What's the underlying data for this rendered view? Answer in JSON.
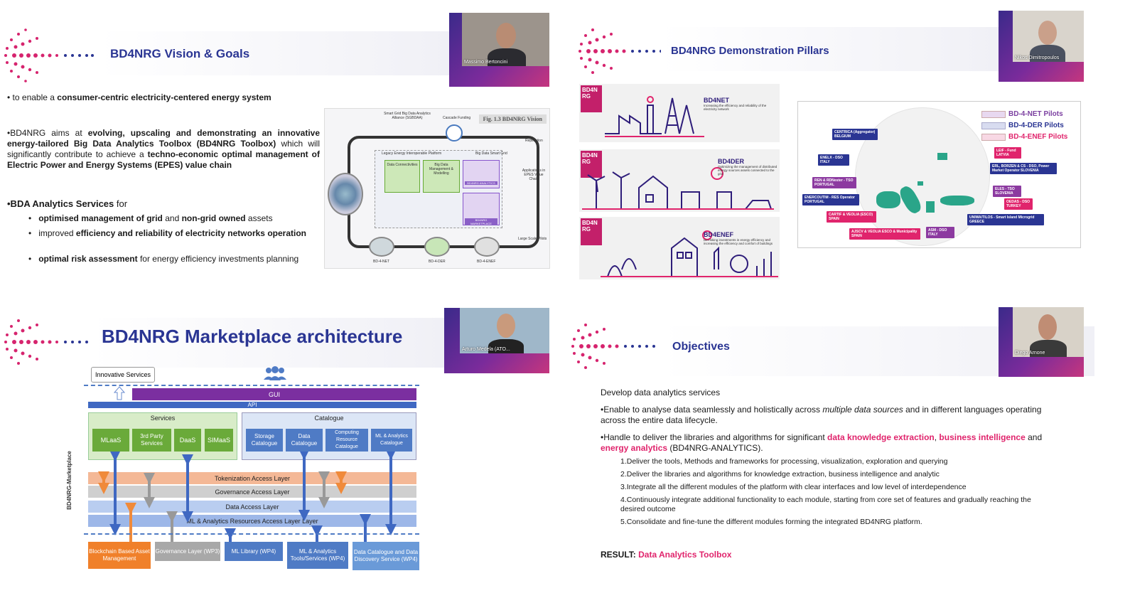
{
  "slides": {
    "s1": {
      "title": "BD4NRG  Vision & Goals",
      "presenter": "Massimo Bertoncini",
      "bullet1_pre": "to enable a ",
      "bullet1_bold": "consumer-centric electricity-centered energy system",
      "para_pre": "•BD4NRG aims at ",
      "para_bold1": "evolving, upscaling and demonstrating an innovative energy-tailored Big Data Analytics Toolbox (BD4NRG Toolbox)",
      "para_mid": " which will significantly contribute to achieve a ",
      "para_bold2": "techno-economic optimal management of Electric Power and Energy Systems (EPES) value chain",
      "bda_bold": "•BDA Analytics Services",
      "bda_rest": " for",
      "sub1_bold": "optimised management of grid",
      "sub1_mid": " and ",
      "sub1_bold2": "non-grid owned",
      "sub1_rest": " assets",
      "sub2_pre": "improved ",
      "sub2_bold": "efficiency and reliability of electricity networks operation",
      "sub3_bold": "optimal risk assessment",
      "sub3_rest": " for energy efficiency investments planning",
      "fig_title": "Fig. 1.3 BD4NRG Vision",
      "fig_labels": [
        "Smart Grid Big Data Analytics Alliance (SGBDAA)",
        "Cascade Funding",
        "Legacy Energy Interoperable Platform",
        "Big Data Smart Grid",
        "Data Connectivities",
        "Big Data Management & Modelling",
        "BD4NRG ANALYTICS",
        "BD4NRG MARKETPLACE",
        "BD-4-NET",
        "BD-4-DER",
        "BD-4-ENEF",
        "Large Scale Pilots",
        "Replication",
        "Applications in EPES Value Chain"
      ]
    },
    "s2": {
      "title": "BD4NRG Demonstration Pillars",
      "presenter": "Nikos Dimitropoulos",
      "pillars": [
        {
          "name": "BD4NET",
          "desc": "Increasing the efficiency and reliability of the electricity network"
        },
        {
          "name": "BD4DER",
          "desc": "Optimizing the management of distributed energy sources assets connected to the grid"
        },
        {
          "name": "BD4ENEF",
          "desc": "De-risking investments in energy efficiency and increasing the efficiency and comfort of buildings"
        }
      ],
      "logo": "BD4NRG",
      "legend": [
        "BD-4-NET Pilots",
        "BD-4-DER Pilots",
        "BD-4-ENEF Pilots"
      ],
      "pilots": [
        "CENTRICA (Aggregator) BELGIUM",
        "ENELX - DSO ITALY",
        "REN & RDNester - TSO PORTUGAL",
        "ENERCOUTIM - RES Operator PORTUGAL",
        "CARTIF & VEOLIA (ESCO) SPAIN",
        "AJSCV & VEOLIA ESCO & Municipality SPAIN",
        "ASM - DSO ITALY",
        "UNIWA/TILOS - Smart Island Microgrid GREECE",
        "OEDAS - DSO TURKEY",
        "ELES - TSO SLOVENIA",
        "ERL, BORZEN & CS - DSO, Power Market Operator SLOVENIA",
        "LEIF - Fund LATVIA"
      ]
    },
    "s3": {
      "title": "BD4NRG Marketplace architecture",
      "presenter": "Arturo Medela (ATO...",
      "innovative": "Innovative Services",
      "gui": "GUI",
      "api": "API",
      "services_title": "Services",
      "services": [
        "MLaaS",
        "3rd Party Services",
        "DaaS",
        "SIMaaS"
      ],
      "catalogue_title": "Catalogue",
      "catalogues": [
        "Storage Catalogue",
        "Data Catalogue",
        "Computing Resource Catalogue",
        "ML & Analytics Catalogue"
      ],
      "layers": [
        "Tokenization Access Layer",
        "Governance Access Layer",
        "Data Access Layer",
        "ML & Analytics Resources Access Layer Layer"
      ],
      "side_label": "BD4NRG-Marketplace",
      "bottom": [
        "Blockchain Based Asset Management",
        "Governance Layer (WP3)",
        "ML Library (WP4)",
        "ML & Analytics Tools/Services (WP4)",
        "Data Catalogue and Data Discovery Service (WP4)"
      ]
    },
    "s4": {
      "title": "Objectives",
      "presenter": "Diego Arnone",
      "intro": "Develop data analytics services",
      "b1_pre": "•Enable to analyse data seamlessly and holistically across ",
      "b1_it": "multiple data sources",
      "b1_rest": " and in different languages operating across the entire data lifecycle.",
      "b2_pre": "•Handle to deliver the libraries and algorithms for significant ",
      "b2_p1": "data knowledge extraction",
      "b2_c": ", ",
      "b2_p2": "business intelligence",
      "b2_and": " and ",
      "b2_p3": "energy analytics",
      "b2_rest": " (BD4NRG-ANALYTICS).",
      "items": [
        "1.Deliver the tools, Methods and frameworks for processing, visualization, exploration and querying",
        "2.Deliver the libraries and algorithms for knowledge extraction, business intelligence and analytic",
        "3.Integrate all the different modules of the platform with clear interfaces and low level of interdependence",
        "4.Continuously integrate additional functionality to each module, starting from core set of features and gradually reaching the desired outcome",
        "5.Consolidate and fine-tune the different modules forming the integrated BD4NRG platform."
      ],
      "result_label": "RESULT: ",
      "result_value": "Data Analytics Toolbox"
    }
  }
}
